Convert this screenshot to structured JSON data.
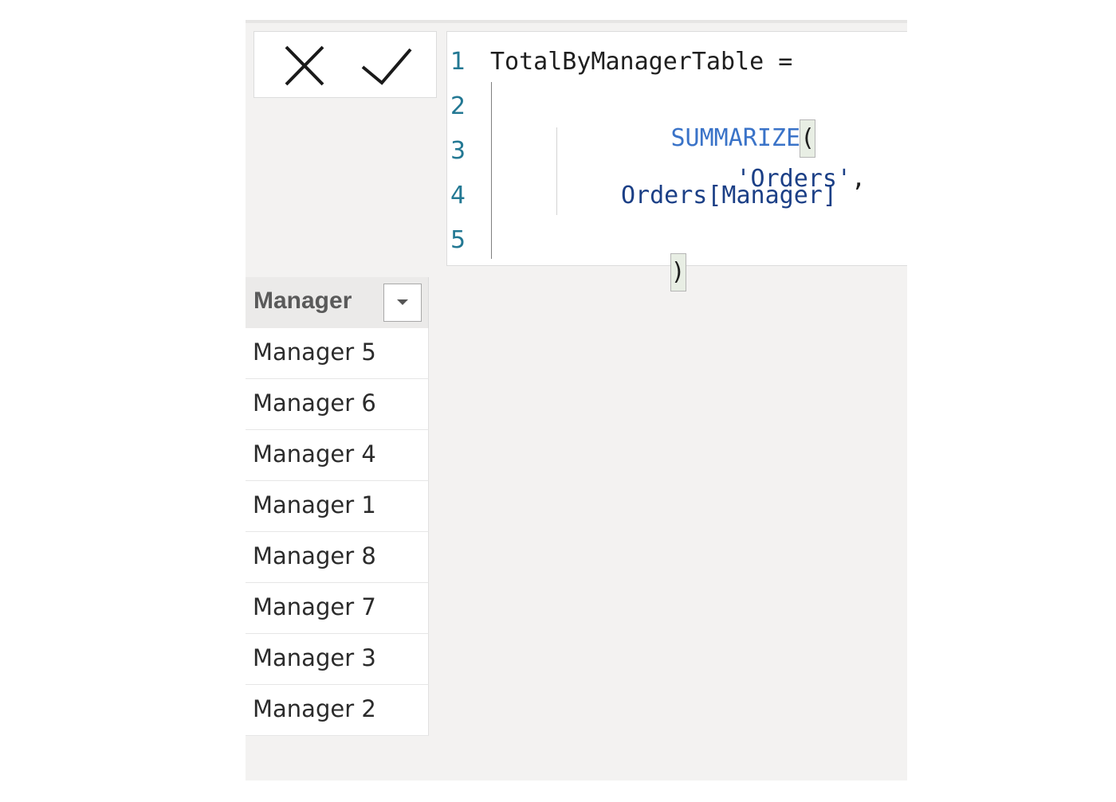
{
  "formula_bar": {
    "cancel_icon": "close-icon",
    "commit_icon": "checkmark-icon",
    "lines": [
      {
        "number": "1",
        "tokens": [
          {
            "text": "TotalByManagerTable =",
            "kind": "name"
          }
        ]
      },
      {
        "number": "2",
        "tokens": [
          {
            "text": "SUMMARIZE",
            "kind": "func"
          },
          {
            "text": "(",
            "kind": "bracket"
          }
        ]
      },
      {
        "number": "3",
        "tokens": [
          {
            "text": "'Orders'",
            "kind": "str"
          },
          {
            "text": ",",
            "kind": "punc"
          }
        ]
      },
      {
        "number": "4",
        "tokens": [
          {
            "text": "Orders[Manager]",
            "kind": "col"
          }
        ]
      },
      {
        "number": "5",
        "tokens": [
          {
            "text": ")",
            "kind": "bracket"
          }
        ]
      }
    ]
  },
  "table": {
    "column_header": "Manager",
    "filter_icon": "dropdown-arrow-icon",
    "rows": [
      "Manager 5",
      "Manager 6",
      "Manager 4",
      "Manager 1",
      "Manager 8",
      "Manager 7",
      "Manager 3",
      "Manager 2"
    ]
  },
  "colors": {
    "function": "#3a73c8",
    "string": "#1b3f86",
    "line_number": "#237893",
    "canvas": "#f3f2f1"
  }
}
